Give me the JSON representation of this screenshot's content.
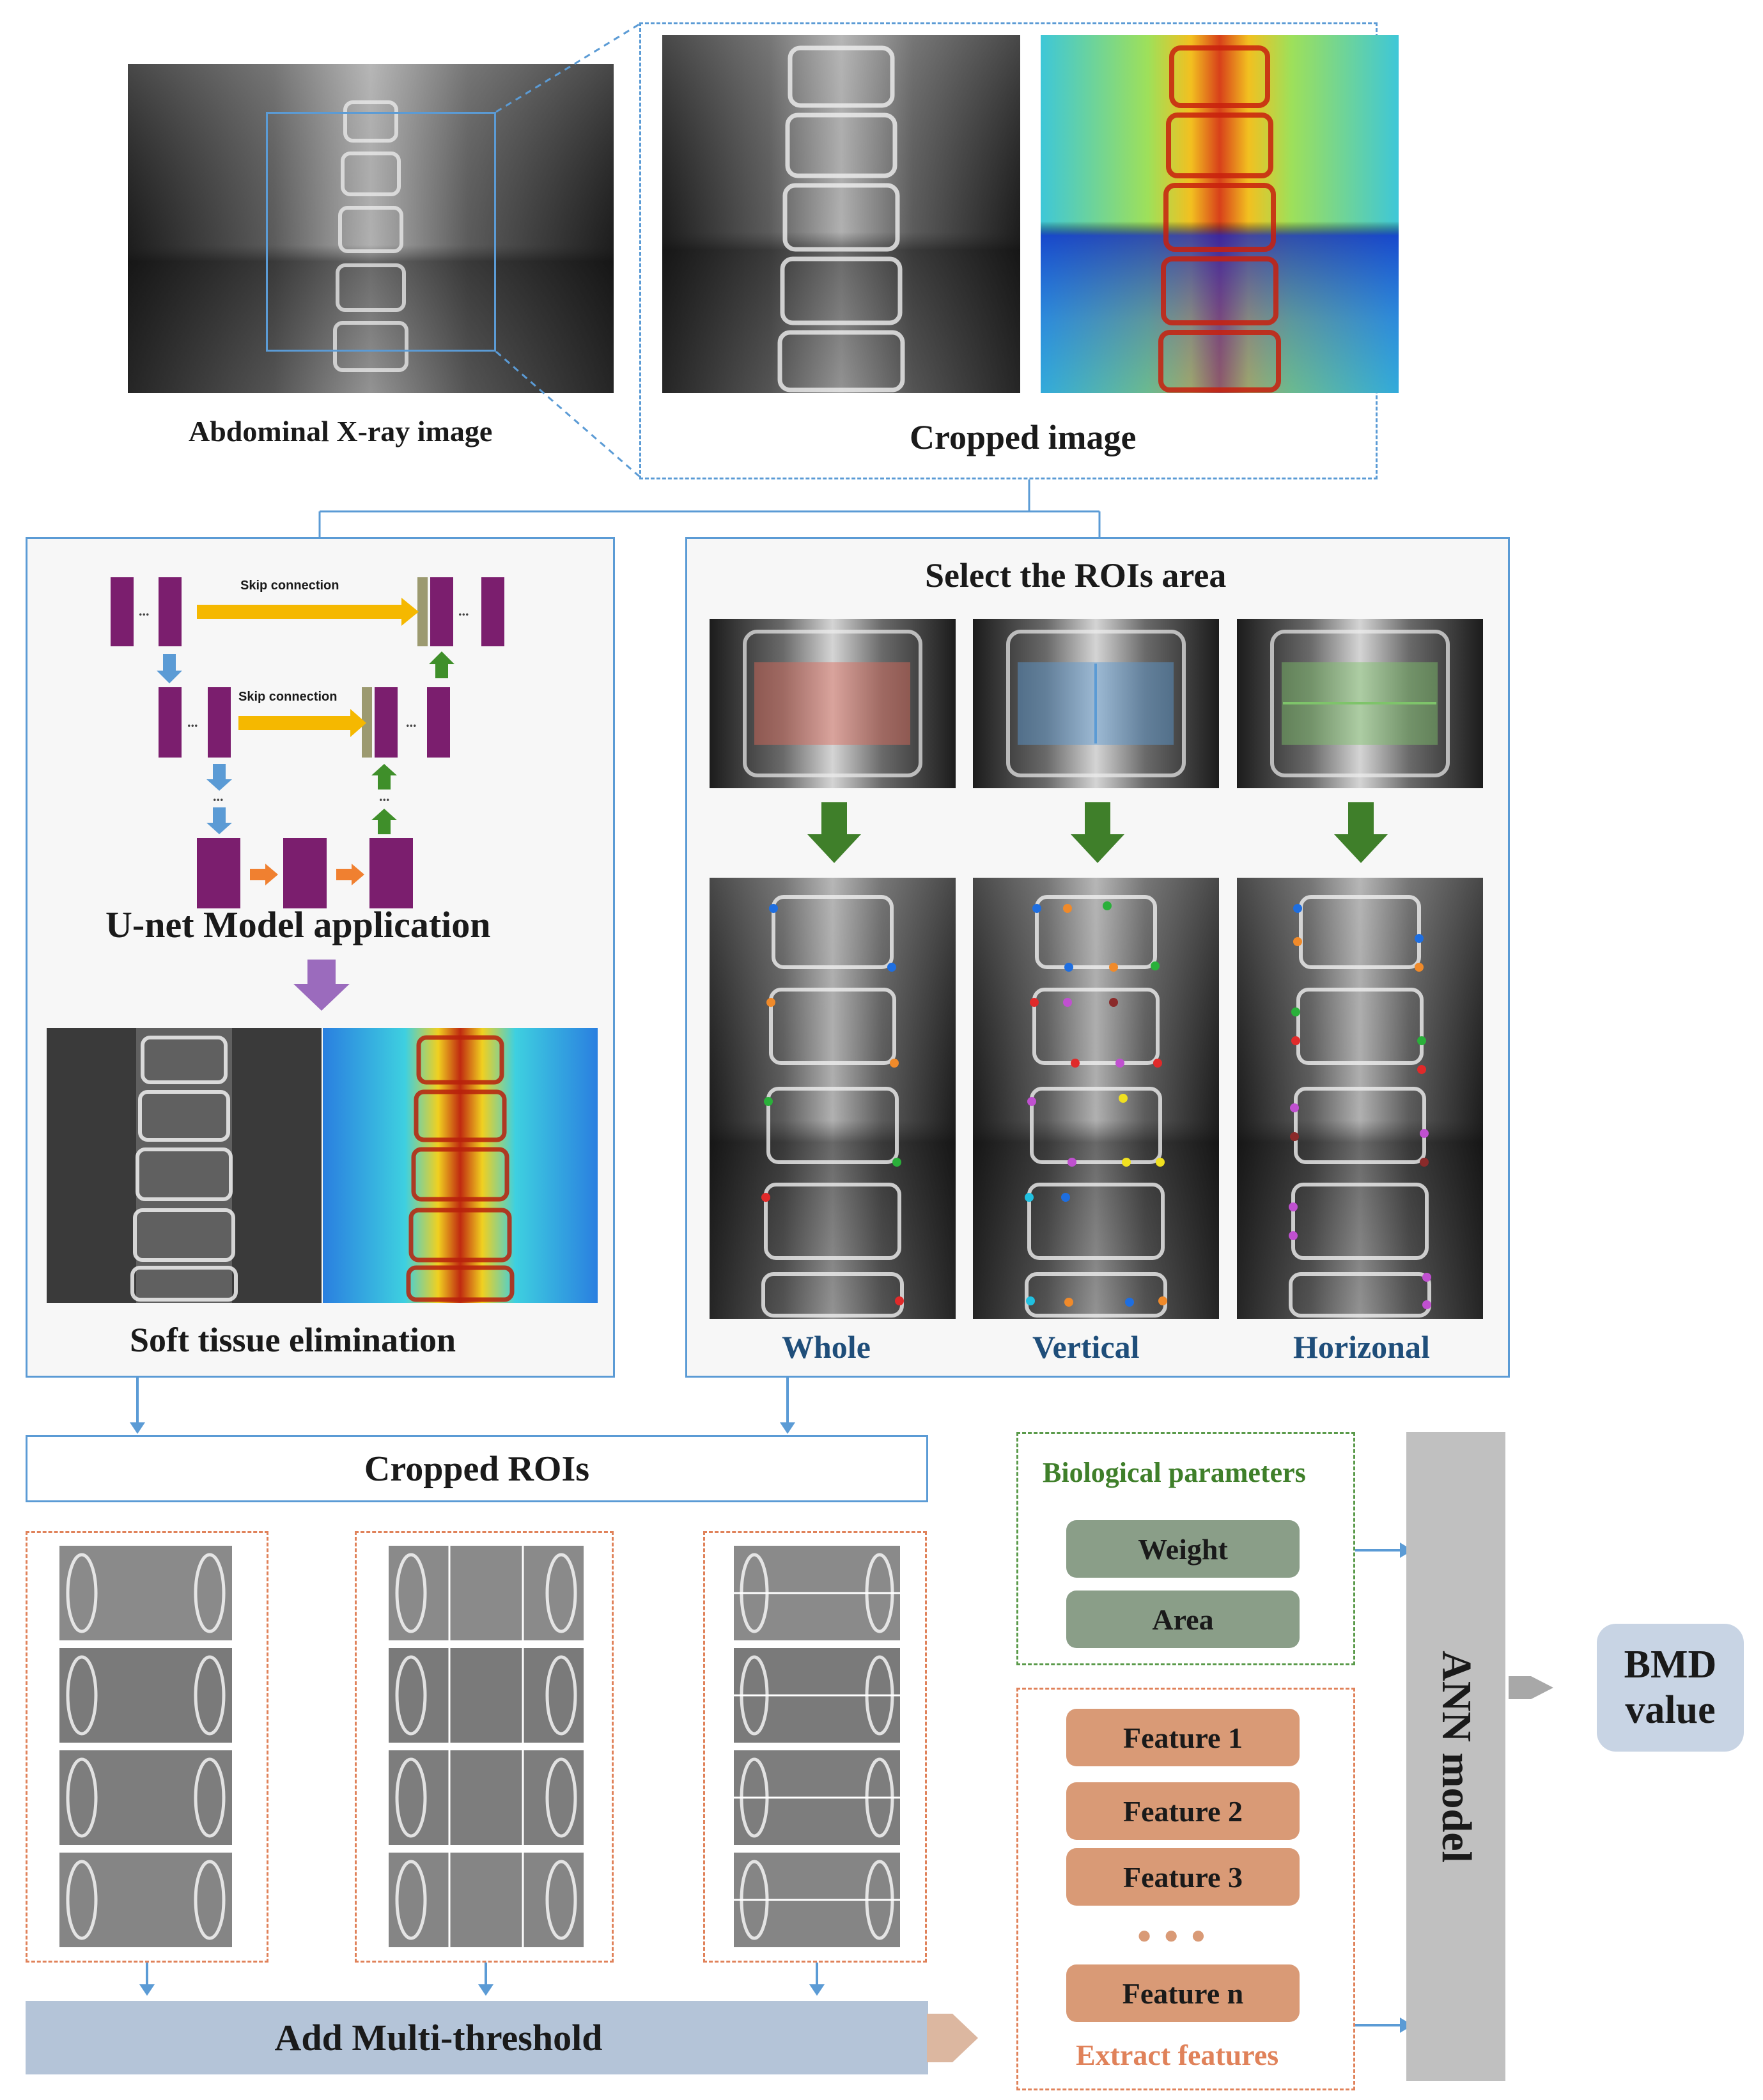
{
  "top": {
    "abdominal_label": "Abdominal  X-ray image",
    "cropped_label": "Cropped image"
  },
  "unet": {
    "skip_connection_1": "Skip connection",
    "skip_connection_2": "Skip connection",
    "ellipsis": "...",
    "title": "U-net Model application",
    "soft_tissue_label": "Soft tissue elimination"
  },
  "rois": {
    "title": "Select the ROIs area",
    "whole_label": "Whole",
    "vertical_label": "Vertical",
    "horizontal_label": "Horizonal"
  },
  "cropped_rois_label": "Cropped ROIs",
  "multi_threshold_label": "Add Multi-threshold",
  "biological": {
    "title": "Biological parameters",
    "items": [
      "Weight",
      "Area"
    ]
  },
  "features": {
    "items": [
      "Feature 1",
      "Feature 2",
      "Feature 3"
    ],
    "ellipsis_dots": "●  ●  ●",
    "last_item": "Feature n",
    "title": "Extract  features"
  },
  "ann_label": "ANN model",
  "bmd_label": "BMD value",
  "colors": {
    "box_blue": "#5b9bd5",
    "dashed_orange": "#e0825a",
    "dashed_green": "#5a9a4a",
    "bar_bluegray": "#b4c4d8",
    "ann_gray": "#c0c0c0",
    "arrow_green": "#3f7f2a",
    "arrow_purple": "#9b6bbd",
    "unet_purple": "#7b1e6e",
    "skip_gold": "#f5b800"
  }
}
